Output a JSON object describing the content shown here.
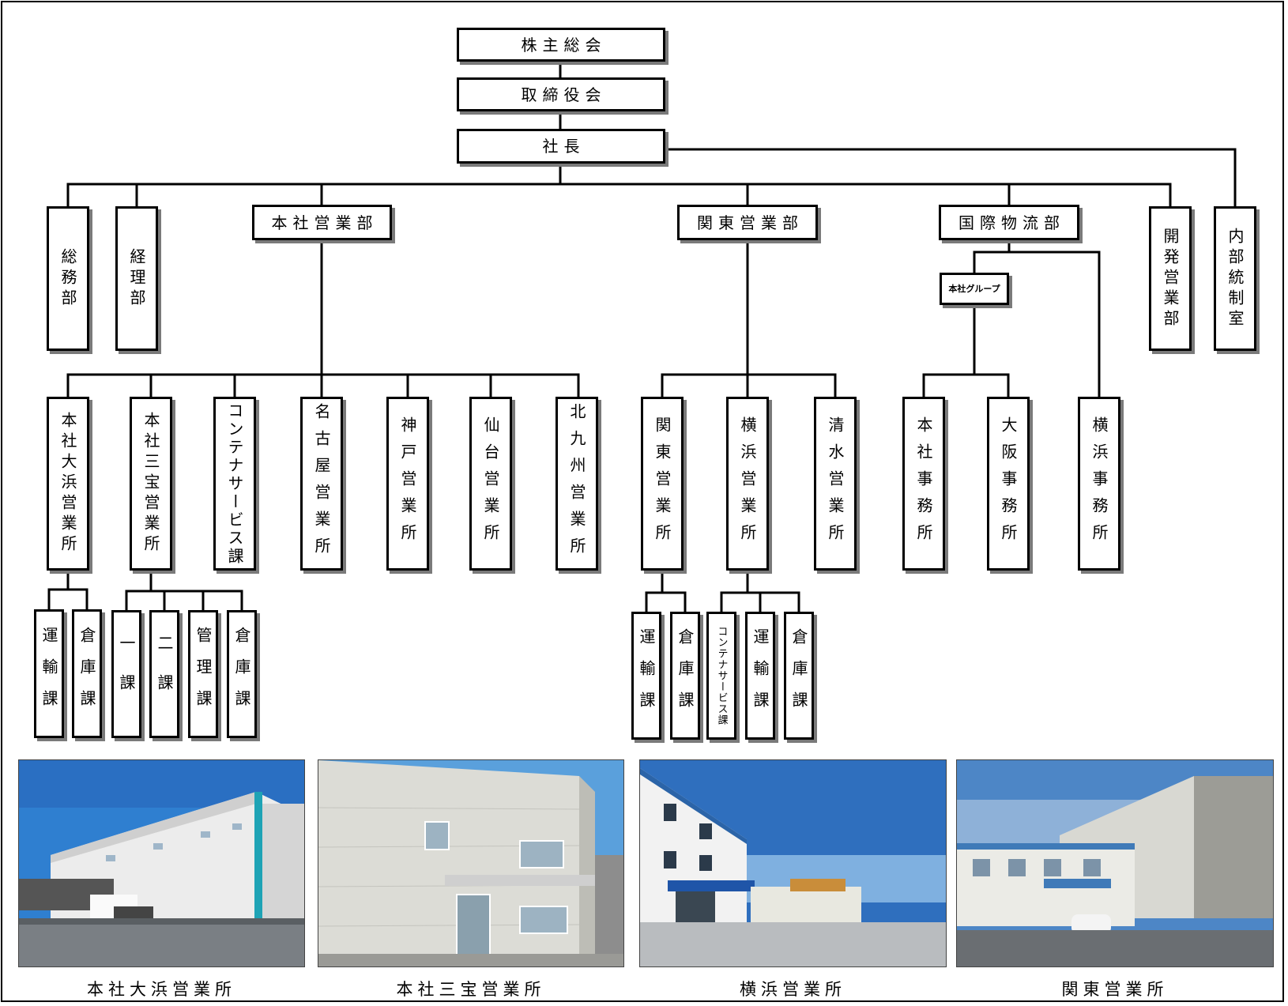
{
  "top": {
    "shareholders": "株主総会",
    "board": "取締役会",
    "president": "社長"
  },
  "departments": {
    "general_affairs": "総務部",
    "accounting": "経理部",
    "head_office_sales": "本社営業部",
    "kanto_sales": "関東営業部",
    "international_logistics": "国際物流部",
    "development_sales": "開発営業部",
    "internal_control": "内部統制室"
  },
  "head_office_sales_offices": [
    "本社大浜営業所",
    "本社三宝営業所",
    "コンテナサービス課",
    "名古屋営業所",
    "神戸営業所",
    "仙台営業所",
    "北九州営業所"
  ],
  "ohama_sections": [
    "運輸課",
    "倉庫課"
  ],
  "sanpo_sections": [
    "一課",
    "二課",
    "管理課",
    "倉庫課"
  ],
  "kanto_offices": [
    "関東営業所",
    "横浜営業所",
    "清水営業所"
  ],
  "kanto_office_sections": [
    "運輸課",
    "倉庫課"
  ],
  "yokohama_sections": [
    "コンテナサービス課",
    "運輸課",
    "倉庫課"
  ],
  "international": {
    "group": "本社グループ",
    "group_offices": [
      "本社事務所",
      "大阪事務所"
    ],
    "yokohama_office": "横浜事務所"
  },
  "photos": [
    {
      "caption": "本社大浜営業所"
    },
    {
      "caption": "本社三宝営業所"
    },
    {
      "caption": "横浜営業所"
    },
    {
      "caption": "関東営業所"
    }
  ],
  "colors": {
    "line": "#000000",
    "box_shadow": "#7a7a7a",
    "sky": "#3f86c9",
    "building": "#e6e6e6"
  }
}
